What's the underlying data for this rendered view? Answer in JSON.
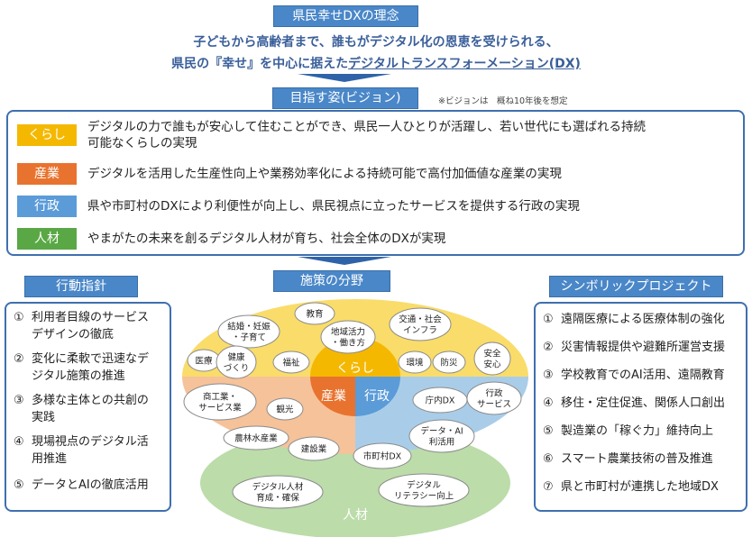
{
  "philosophy": {
    "title": "県民幸せDXの理念",
    "line1": "子どもから高齢者まで、誰もがデジタル化の恩恵を受けられる、",
    "line2_prefix": "県民の『幸せ』を中心に据えた",
    "line2_underlined": "デジタルトランスフォーメーション(DX)"
  },
  "vision": {
    "title": "目指す姿(ビジョン)",
    "note": "※ビジョンは　概ね10年後を想定",
    "items": [
      {
        "label": "くらし",
        "text": "デジタルの力で誰もが安心して住むことができ、県民一人ひとりが活躍し、若い世代にも選ばれる持続",
        "text2": "可能なくらしの実現",
        "color": "#f5b800"
      },
      {
        "label": "産業",
        "text": "デジタルを活用した生産性向上や業務効率化による持続可能で高付加価値な産業の実現",
        "text2": "",
        "color": "#e8732f"
      },
      {
        "label": "行政",
        "text": "県や市町村のDXにより利便性が向上し、県民視点に立ったサービスを提供する行政の実現",
        "text2": "",
        "color": "#5a9bd8"
      },
      {
        "label": "人材",
        "text": "やまがたの未来を創るデジタル人材が育ち、社会全体のDXが実現",
        "text2": "",
        "color": "#5aa845"
      }
    ]
  },
  "principles": {
    "title": "行動指針",
    "items": [
      {
        "num": "①",
        "line1": "利用者目線のサービス",
        "line2": "デザインの徹底"
      },
      {
        "num": "②",
        "line1": "変化に柔軟で迅速なデ",
        "line2": "ジタル施策の推進"
      },
      {
        "num": "③",
        "line1": "多様な主体との共創の",
        "line2": "実践"
      },
      {
        "num": "④",
        "line1": "現場視点のデジタル活",
        "line2": "用推進"
      },
      {
        "num": "⑤",
        "line1": "データとAIの徹底活用",
        "line2": ""
      }
    ]
  },
  "fields": {
    "title": "施策の分野",
    "center": {
      "kurashi": "くらし",
      "sangyo": "産業",
      "gyosei": "行政",
      "jinzai": "人材"
    },
    "kurashi_items": [
      "教育",
      "結婚・妊娠\n・子育て",
      "地域活力\n・働き方",
      "交通・社会\nインフラ",
      "医療",
      "健康\nづくり",
      "福祉",
      "環境",
      "防災",
      "安全\n安心"
    ],
    "sangyo_items": [
      "商工業・\nサービス業",
      "観光",
      "農林水産業",
      "建設業"
    ],
    "gyosei_items": [
      "庁内DX",
      "行政\nサービス",
      "データ・AI\n利活用",
      "市町村DX"
    ],
    "jinzai_items": [
      "デジタル人材\n育成・確保",
      "デジタル\nリテラシー向上"
    ],
    "colors": {
      "kurashi": "#f9dc6a",
      "sangyo": "#f6c29a",
      "gyosei": "#a9cde9",
      "jinzai": "#bcdcaa"
    }
  },
  "projects": {
    "title": "シンボリックプロジェクト",
    "items": [
      {
        "num": "①",
        "text": "遠隔医療による医療体制の強化"
      },
      {
        "num": "②",
        "text": "災害情報提供や避難所運営支援"
      },
      {
        "num": "③",
        "text": "学校教育でのAI活用、遠隔教育"
      },
      {
        "num": "④",
        "text": "移住・定住促進、関係人口創出"
      },
      {
        "num": "⑤",
        "text": "製造業の「稼ぐ力」維持向上"
      },
      {
        "num": "⑥",
        "text": "スマート農業技術の普及推進"
      },
      {
        "num": "⑦",
        "text": "県と市町村が連携した地域DX"
      }
    ]
  }
}
